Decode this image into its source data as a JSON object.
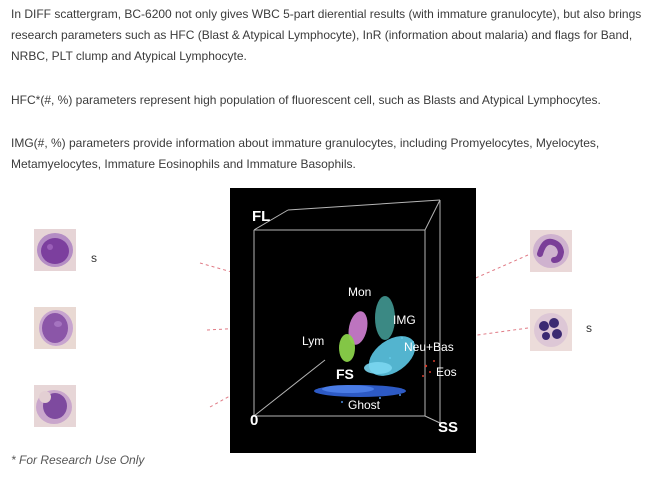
{
  "paragraphs": {
    "p1": "In DIFF scattergram, BC-6200 not only gives WBC 5-part dierential results (with immature granulocyte), but also brings research parameters such as HFC (Blast & Atypical Lymphocyte), InR (information about malaria) and flags for Band, NRBC, PLT clump and Atypical Lymphocyte.",
    "p2": "HFC*(#, %) parameters represent high population of fluorescent cell, such as Blasts and Atypical Lymphocytes.",
    "p3": "IMG(#, %) parameters provide information about immature granulocytes, including Promyelocytes, Myelocytes, Metamyelocytes, Immature Eosinophils and Immature Basophils."
  },
  "scattergram": {
    "axis_fl": "FL",
    "axis_ss": "SS",
    "axis_fs": "FS",
    "origin": "0",
    "clusters": {
      "mon": "Mon",
      "img": "IMG",
      "lym": "Lym",
      "neu_bas": "Neu+Bas",
      "eos": "Eos",
      "ghost": "Ghost"
    },
    "colors": {
      "mon": "#c77ac9",
      "img": "#4fb7b0",
      "lym": "#8ad14a",
      "neu_bas": "#5cc8e6",
      "eos": "#d23a2a",
      "ghost": "#2f5fd0"
    }
  },
  "cells": {
    "left_top_label": "s",
    "right_bottom_label": "s"
  },
  "footnote": "* For Research Use Only"
}
